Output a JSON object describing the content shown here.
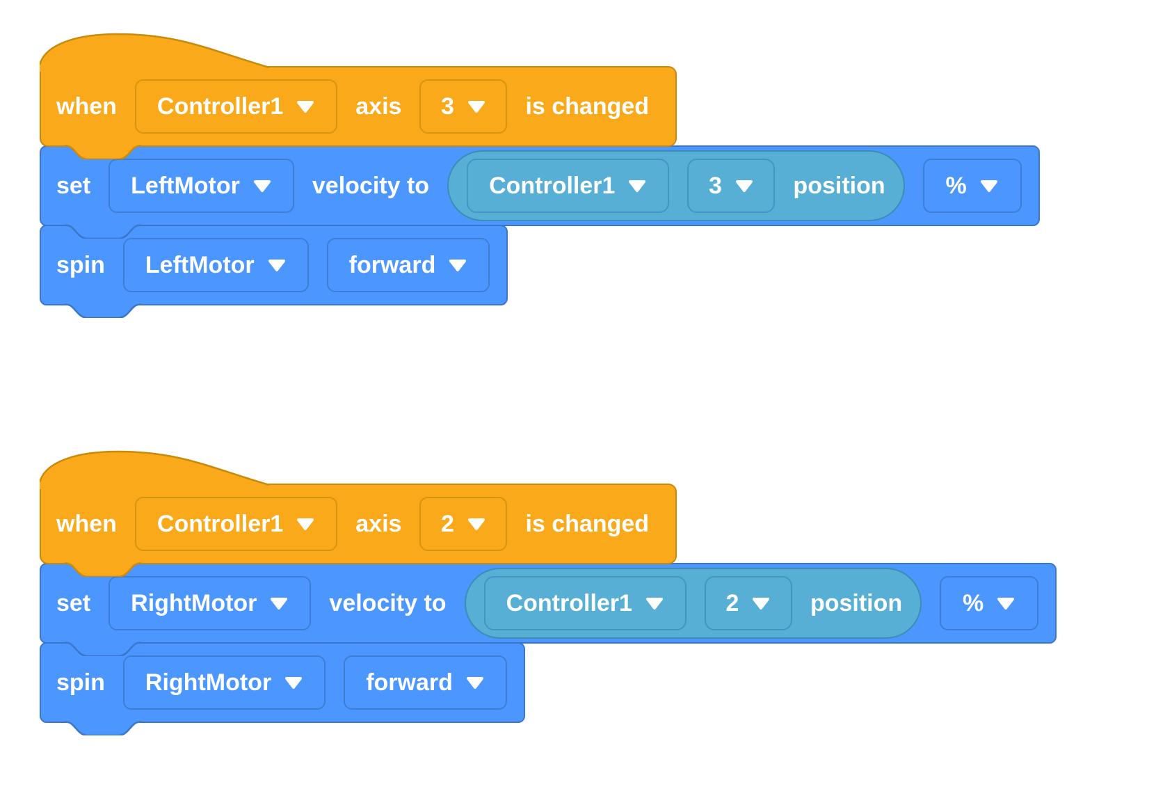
{
  "colors": {
    "yellow": "#FAA91A",
    "yellow_border": "#C98A0A",
    "yellow_dd_border": "#D6950F",
    "blue": "#4C97FF",
    "blue_border": "#3B76C9",
    "blue_dd_border": "#3E7DD4",
    "teal": "#57AFD6",
    "teal_border": "#3E8CB3",
    "teal_dd_border": "#4496C2",
    "text": "#FFFFFF",
    "background": "#FFFFFF"
  },
  "stacks": [
    {
      "hat": {
        "keyword": "when",
        "controller": "Controller1",
        "axis_word": "axis",
        "axis": "3",
        "tail": "is changed"
      },
      "set_block": {
        "keyword": "set",
        "motor": "LeftMotor",
        "middle": "velocity to",
        "reporter": {
          "controller": "Controller1",
          "axis": "3",
          "tail": "position"
        },
        "unit": "%"
      },
      "spin_block": {
        "keyword": "spin",
        "motor": "LeftMotor",
        "direction": "forward"
      }
    },
    {
      "hat": {
        "keyword": "when",
        "controller": "Controller1",
        "axis_word": "axis",
        "axis": "2",
        "tail": "is changed"
      },
      "set_block": {
        "keyword": "set",
        "motor": "RightMotor",
        "middle": "velocity to",
        "reporter": {
          "controller": "Controller1",
          "axis": "2",
          "tail": "position"
        },
        "unit": "%"
      },
      "spin_block": {
        "keyword": "spin",
        "motor": "RightMotor",
        "direction": "forward"
      }
    }
  ]
}
